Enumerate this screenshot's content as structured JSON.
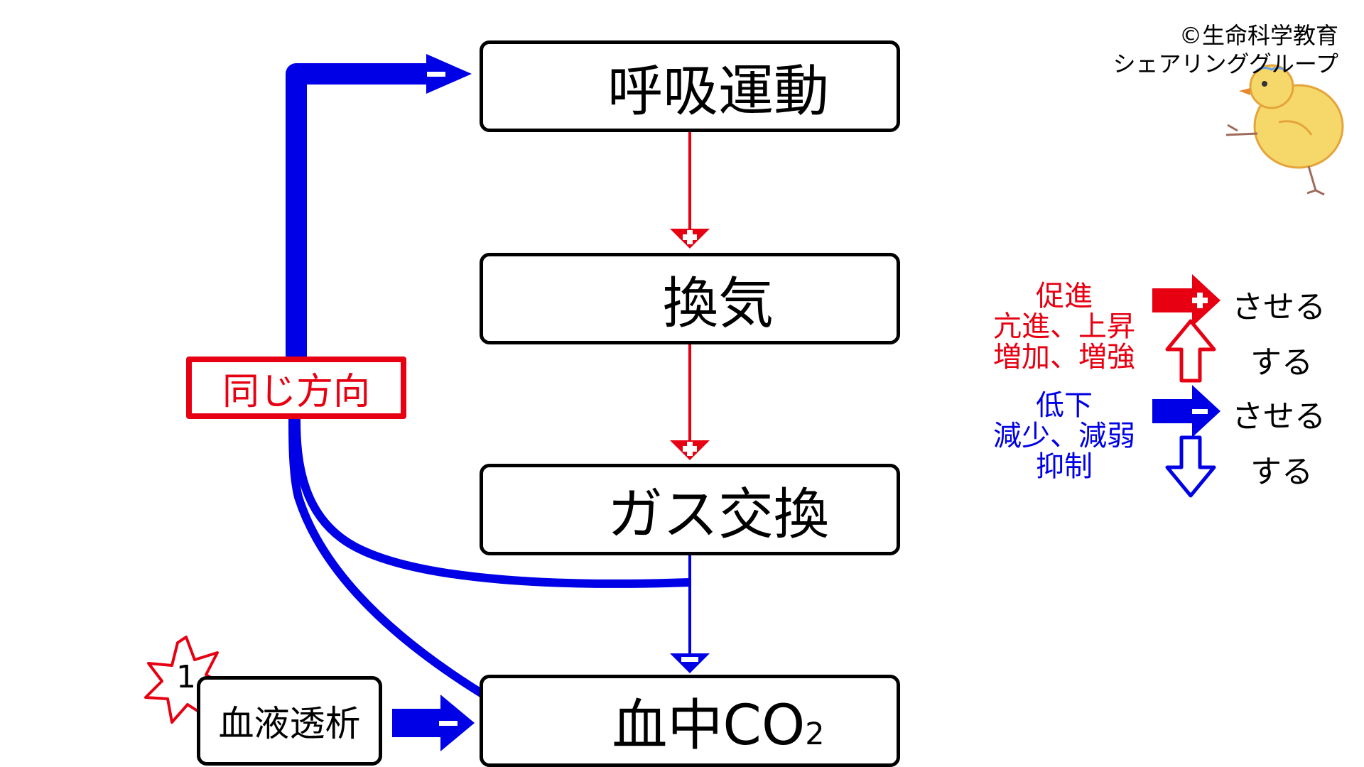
{
  "credit": {
    "line1": "©生命科学教育",
    "line2": "シェアリンググループ"
  },
  "diagram": {
    "nodes": {
      "respiratory_movement": "呼吸運動",
      "ventilation": "換気",
      "gas_exchange": "ガス交換",
      "blood_co2_main": "血中CO",
      "blood_co2_sub": "2",
      "dialysis": "血液透析"
    },
    "same_direction_label": "同じ方向",
    "badge_number": "1",
    "signs": {
      "plus": "+",
      "minus": "−"
    }
  },
  "legend": {
    "red_lines": [
      "促進",
      "亢進、上昇",
      "増加、増強"
    ],
    "blue_lines": [
      "低下",
      "減少、減弱",
      "抑制"
    ],
    "saseru": "させる",
    "suru": "する"
  },
  "colors": {
    "red": "#e60012",
    "blue": "#0000e6",
    "black": "#000000"
  },
  "icons": {
    "hollow_down_arrow": "hollow-down-arrow-icon",
    "dashed_down_arrow": "dashed-down-arrow-icon",
    "explosion_badge": "explosion-badge-icon",
    "chick_illustration": "chick-icon"
  }
}
